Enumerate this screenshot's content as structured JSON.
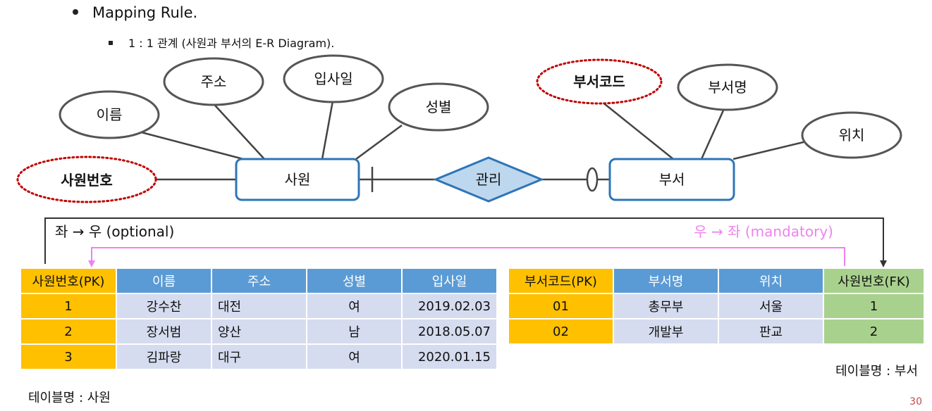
{
  "bullets": {
    "level1": "Mapping Rule.",
    "level2": "1 : 1 관계 (사원과 부서의 E-R Diagram)."
  },
  "diagram": {
    "entity_left": "사원",
    "entity_right": "부서",
    "relationship": "관리",
    "attrs_left": {
      "pk": "사원번호",
      "name": "이름",
      "addr": "주소",
      "hire": "입사일",
      "gender": "성별"
    },
    "attrs_right": {
      "pk": "부서코드",
      "name": "부서명",
      "loc": "위치"
    },
    "arrow_lr": "좌 → 우 (optional)",
    "arrow_rl": "우 → 좌 (mandatory)",
    "colors": {
      "entity_border": "#2e75b6",
      "diamond_fill": "#bdd7ee",
      "pk_dotted": "#c00000",
      "arrow_lr": "#333333",
      "arrow_rl": "#ee82ee"
    }
  },
  "table_emp": {
    "headers": [
      "사원번호(PK)",
      "이름",
      "주소",
      "성별",
      "입사일"
    ],
    "rows": [
      [
        "1",
        "강수찬",
        "대전",
        "여",
        "2019.02.03"
      ],
      [
        "2",
        "장서범",
        "양산",
        "남",
        "2018.05.07"
      ],
      [
        "3",
        "김파랑",
        "대구",
        "여",
        "2020.01.15"
      ]
    ],
    "caption": "테이블명 : 사원"
  },
  "table_dept": {
    "headers": [
      "부서코드(PK)",
      "부서명",
      "위치",
      "사원번호(FK)"
    ],
    "rows": [
      [
        "01",
        "총무부",
        "서울",
        "1"
      ],
      [
        "02",
        "개발부",
        "판교",
        "2"
      ]
    ],
    "caption": "테이블명 : 부서"
  },
  "page_number": "30"
}
